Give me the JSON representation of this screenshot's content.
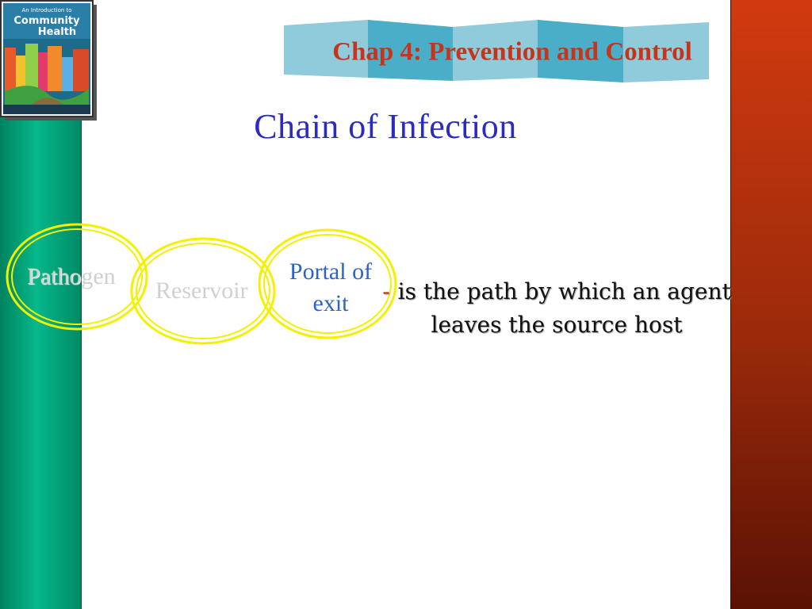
{
  "slide": {
    "banner_title": "Chap 4: Prevention and Control",
    "title": "Chain of Infection",
    "rings": [
      {
        "label": "Pathogen"
      },
      {
        "label": "Reservoir"
      },
      {
        "label": "Portal of exit"
      }
    ],
    "description_dash": "-",
    "description": "is the path by which an agent leaves the source host"
  },
  "book": {
    "title_line1": "An Introduction to",
    "title_line2": "Community",
    "title_line3": "Health"
  },
  "colors": {
    "banner_text": "#c8341a",
    "title_text": "#2b2bc4",
    "portal_text": "#2a63c9",
    "ring_stroke": "#f4f000",
    "left_bar": "#00a57a",
    "right_bar": "#b8320d"
  }
}
